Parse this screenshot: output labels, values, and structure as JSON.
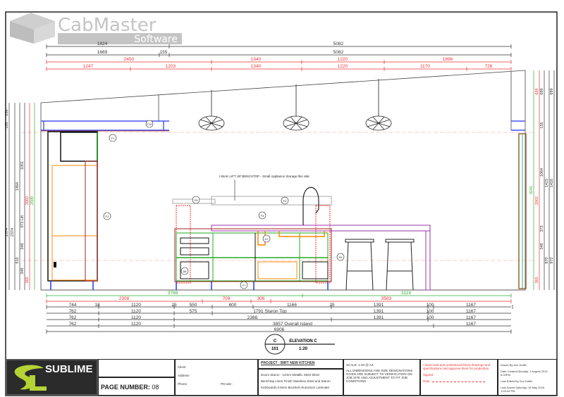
{
  "logo": {
    "brand_top": "CabMaster",
    "brand_bottom": "Software"
  },
  "colors": {
    "red_dim": "#ee3333",
    "green_dim": "#33aa33",
    "black_dim": "#333333",
    "bulkhead": "#2233ee",
    "purple": "#9933aa",
    "orange": "#ff8800",
    "sublime_green": "#b5d334"
  },
  "top_dims": {
    "row1": [
      "1824",
      "5082"
    ],
    "row2": [
      "1669",
      "155",
      "5082"
    ],
    "row3": [
      "2450",
      "1340",
      "1220",
      "1896"
    ],
    "row4": [
      "1247",
      "1203",
      "1340",
      "1220",
      "1170",
      "726"
    ]
  },
  "bottom_dims": {
    "green": [
      "3788",
      "3118"
    ],
    "red": [
      "2308",
      "709",
      "306",
      "3583"
    ],
    "row1": [
      "744",
      "18",
      "1120",
      "25",
      "550",
      "600",
      "1166",
      "25",
      "1391",
      "100",
      "1167"
    ],
    "row2": [
      "762",
      "1120",
      "575",
      "1791  Staron Top",
      "1391",
      "100",
      "1167"
    ],
    "row3": [
      "762",
      "1120",
      "2366",
      "1391",
      "100",
      "1167"
    ],
    "row4": [
      "762",
      "1120",
      "3857 Overall Island",
      "1167"
    ],
    "row5": [
      "6906"
    ]
  },
  "left_dims": [
    "258",
    "155",
    "1051",
    "1464",
    "2374",
    "2374",
    "373 Lift",
    "2002",
    "2500",
    "910",
    "348",
    "348",
    "365"
  ],
  "right_dims": [
    "699",
    "699",
    "699",
    "155",
    "1064",
    "1415",
    "1416",
    "3241",
    "2002",
    "373",
    "348",
    "870",
    "972",
    "365"
  ],
  "callouts": [
    "F10",
    "F1",
    "F2",
    "F3",
    "F4",
    "F5",
    "F6",
    "F7",
    "A6",
    "A7"
  ],
  "annotation": "LINAK LIFT UP BENCHTOP - Small Appliance Storage this side",
  "elevation": {
    "letter": "C",
    "sheet": "101",
    "title": "ELEVATION C",
    "scale": "1:20"
  },
  "title_block": {
    "company": "SUBLIME",
    "page_number_label": "PAGE NUMBER:",
    "page_number": "08",
    "client_label": "Client",
    "address_label": "Address",
    "phone_label": "Phone",
    "pcode_label": "P/Code :",
    "project": "PROJECT - BIRT NEW KITCHEN",
    "doors": "Doors   Staron - 12mm Metallic Steel Silver",
    "benchtop": "Benchtop   Linen Finish Stainless Steel  and Staron",
    "kickboards": "Kickboards   0.8mm Brushed Aluminium Laminate",
    "scale": "SCALE:   1:20 @ A3",
    "disclaimer": "ALL DIMENSIONS AND SIZE DESIGNATIONS GIVEN ARE SUBJECT TO VERIFICATION ON JOB SITE AND ADJUSTMENT TO FIT JOB CONDITIONS",
    "approval": "I have read and understood these drawings and specifications and approve them for production.",
    "signed_label": "Signed :",
    "date_label": "Date :",
    "drawn_by": "Drawn By    Kim Duffin",
    "date_created": "Date Created  Monday, 1 August 2014 6:03PM",
    "last_edited": "Last Edited By  Kim Duffin",
    "last_saved": "Last Saved    Saturday, 16 May 2015 1:53:34 PM"
  }
}
